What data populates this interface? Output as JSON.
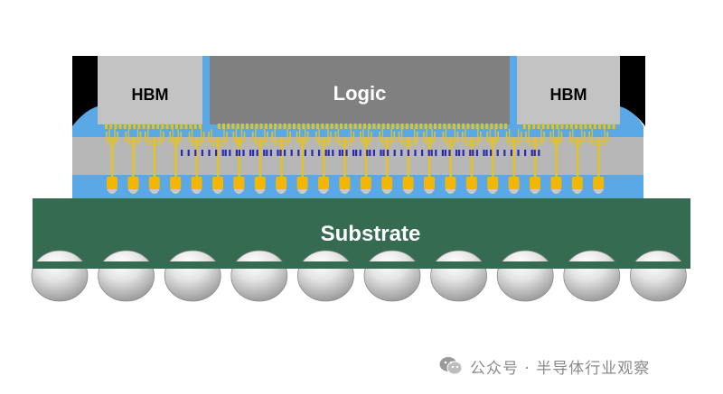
{
  "labels": {
    "hbm_left": "HBM",
    "logic": "Logic",
    "hbm_right": "HBM",
    "substrate": "Substrate"
  },
  "watermark": {
    "text": "公众号 · 半导体行业观察",
    "icon": "wechat-logo-icon"
  },
  "colors": {
    "hbm": "#c3c3c3",
    "logic": "#808080",
    "interposer": "#b7b7b7",
    "mold": "#000000",
    "underfill": "#5aa9e6",
    "substrate": "#356b50",
    "substrate_text": "#ffffff",
    "wiring": "#e6c21e",
    "bump": "#f2b705",
    "tsv_dots": "#2a2ab0",
    "solder_ball": "#d9d9d9"
  }
}
